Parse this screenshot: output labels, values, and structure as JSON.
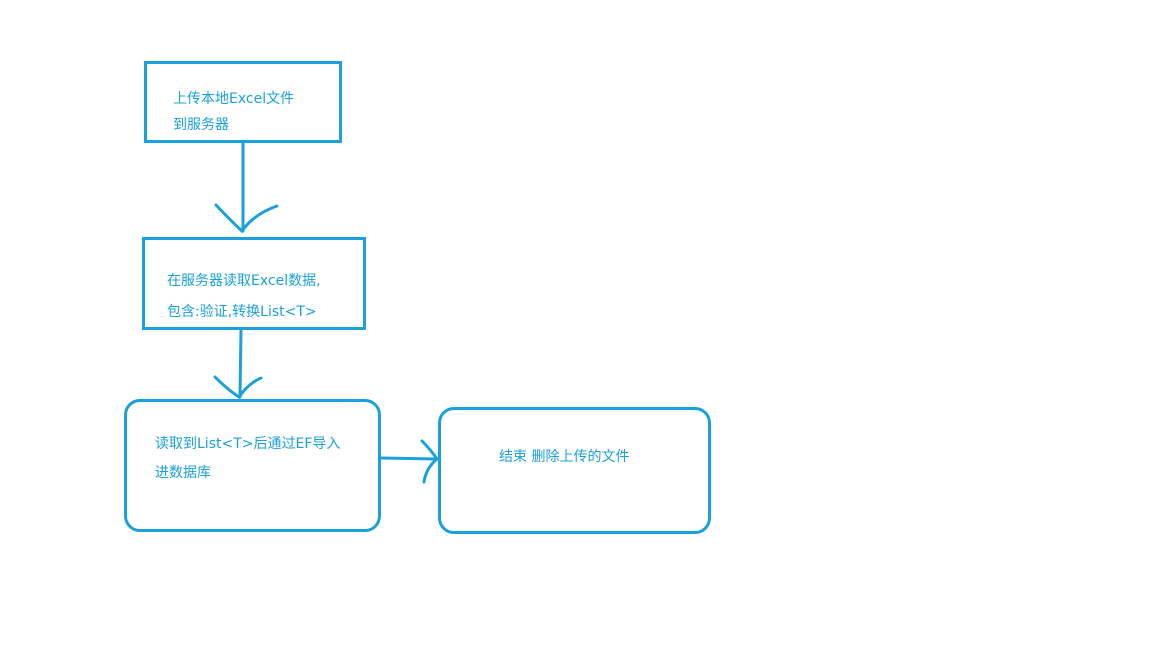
{
  "diagram": {
    "accent_color": "#1aa0db",
    "nodes": [
      {
        "id": "n1",
        "text": "上传本地Excel文件\n到服务器"
      },
      {
        "id": "n2",
        "text": "在服务器读取Excel数据,\n包含:验证,转换List<T>"
      },
      {
        "id": "n3",
        "text": "读取到List<T>后通过EF导入\n进数据库"
      },
      {
        "id": "n4",
        "text": "结束 删除上传的文件"
      }
    ],
    "edges": [
      {
        "from": "n1",
        "to": "n2"
      },
      {
        "from": "n2",
        "to": "n3"
      },
      {
        "from": "n3",
        "to": "n4"
      }
    ]
  }
}
